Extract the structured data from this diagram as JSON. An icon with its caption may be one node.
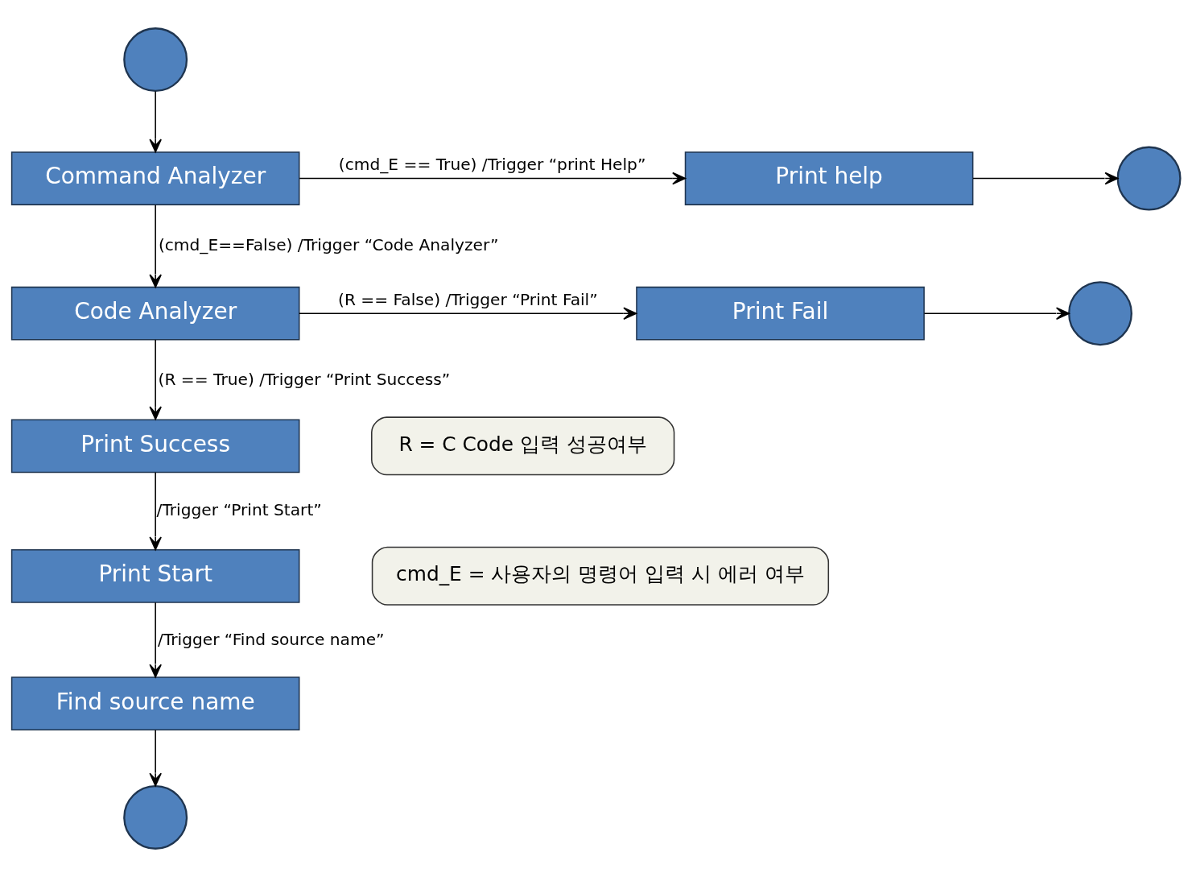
{
  "diagram": {
    "nodes": [
      {
        "text": [],
        "shape": "circle"
      },
      {
        "text": [
          "Command Analyzer"
        ]
      },
      {
        "text": [
          "Print help"
        ]
      },
      {
        "text": [],
        "shape": "circle"
      },
      {
        "text": [
          "Code Analyzer"
        ]
      },
      {
        "text": [
          "Print Fail"
        ]
      },
      {
        "text": [],
        "shape": "circle"
      },
      {
        "text": [
          "Print Success"
        ]
      },
      {
        "text": [
          "Print Start"
        ]
      },
      {
        "text": [
          "Find source name"
        ]
      },
      {
        "text": [],
        "shape": "circle"
      },
      {
        "text": [
          "R = C Code 입력 성공여부"
        ]
      },
      {
        "text": [
          "cmd_E = 사용자의 명령어 입력 시 에러 여부"
        ]
      }
    ],
    "edges": [
      {
        "from": 0,
        "to": 1,
        "arrow": "to"
      },
      {
        "from": 1,
        "to": 2,
        "arrow": "to",
        "label": "(cmd_E == True) /Trigger “print Help”"
      },
      {
        "from": 2,
        "to": 3,
        "arrow": "to"
      },
      {
        "from": 1,
        "to": 4,
        "arrow": "to",
        "label": "(cmd_E==False) /Trigger “Code Analyzer”"
      },
      {
        "from": 4,
        "to": 5,
        "arrow": "to",
        "label": "(R == False) /Trigger “Print Fail”"
      },
      {
        "from": 5,
        "to": 6,
        "arrow": "to"
      },
      {
        "from": 4,
        "to": 7,
        "arrow": "to",
        "label": "(R == True) /Trigger “Print Success”"
      },
      {
        "from": 7,
        "to": 8,
        "arrow": "to",
        "label": "/Trigger “Print Start”"
      },
      {
        "from": 8,
        "to": 9,
        "arrow": "to",
        "label": "/Trigger “Find source name”"
      },
      {
        "from": 9,
        "to": 10,
        "arrow": "to"
      }
    ]
  }
}
